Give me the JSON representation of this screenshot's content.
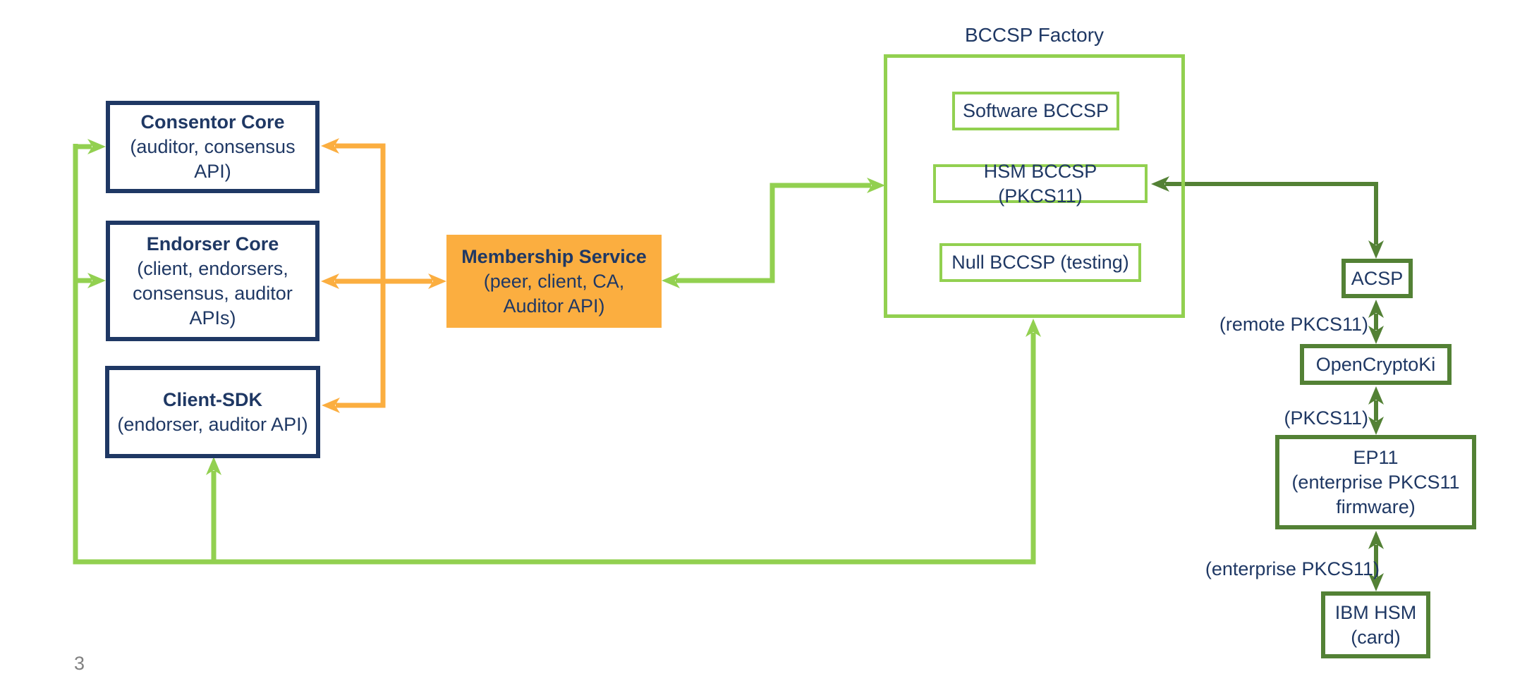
{
  "slide": {
    "page_number": "3",
    "colors": {
      "navy": "#1F3864",
      "orange": "#FBAE40",
      "light_green": "#92D050",
      "dark_green": "#538135",
      "page_gray": "#808080"
    },
    "core_boxes": [
      {
        "title": "Consentor Core",
        "subtitle": "(auditor, consensus API)"
      },
      {
        "title": "Endorser Core",
        "subtitle": "(client, endorsers, consensus, auditor APIs)"
      },
      {
        "title": "Client-SDK",
        "subtitle": "(endorser, auditor API)"
      }
    ],
    "membership_box": {
      "title": "Membership Service",
      "subtitle": "(peer, client, CA, Auditor API)"
    },
    "bccsp_factory": {
      "title": "BCCSP Factory",
      "providers": [
        "Software BCCSP",
        "HSM BCCSP (PKCS11)",
        "Null BCCSP (testing)"
      ]
    },
    "hsm_stack": {
      "acsp": "ACSP",
      "opencryptoki": "OpenCryptoKi",
      "ep11_title": "EP11",
      "ep11_subtitle": "(enterprise PKCS11 firmware)",
      "ibm_hsm_title": "IBM HSM",
      "ibm_hsm_subtitle": "(card)",
      "link_labels": [
        "(remote PKCS11)",
        "(PKCS11)",
        "(enterprise PKCS11)"
      ]
    }
  }
}
